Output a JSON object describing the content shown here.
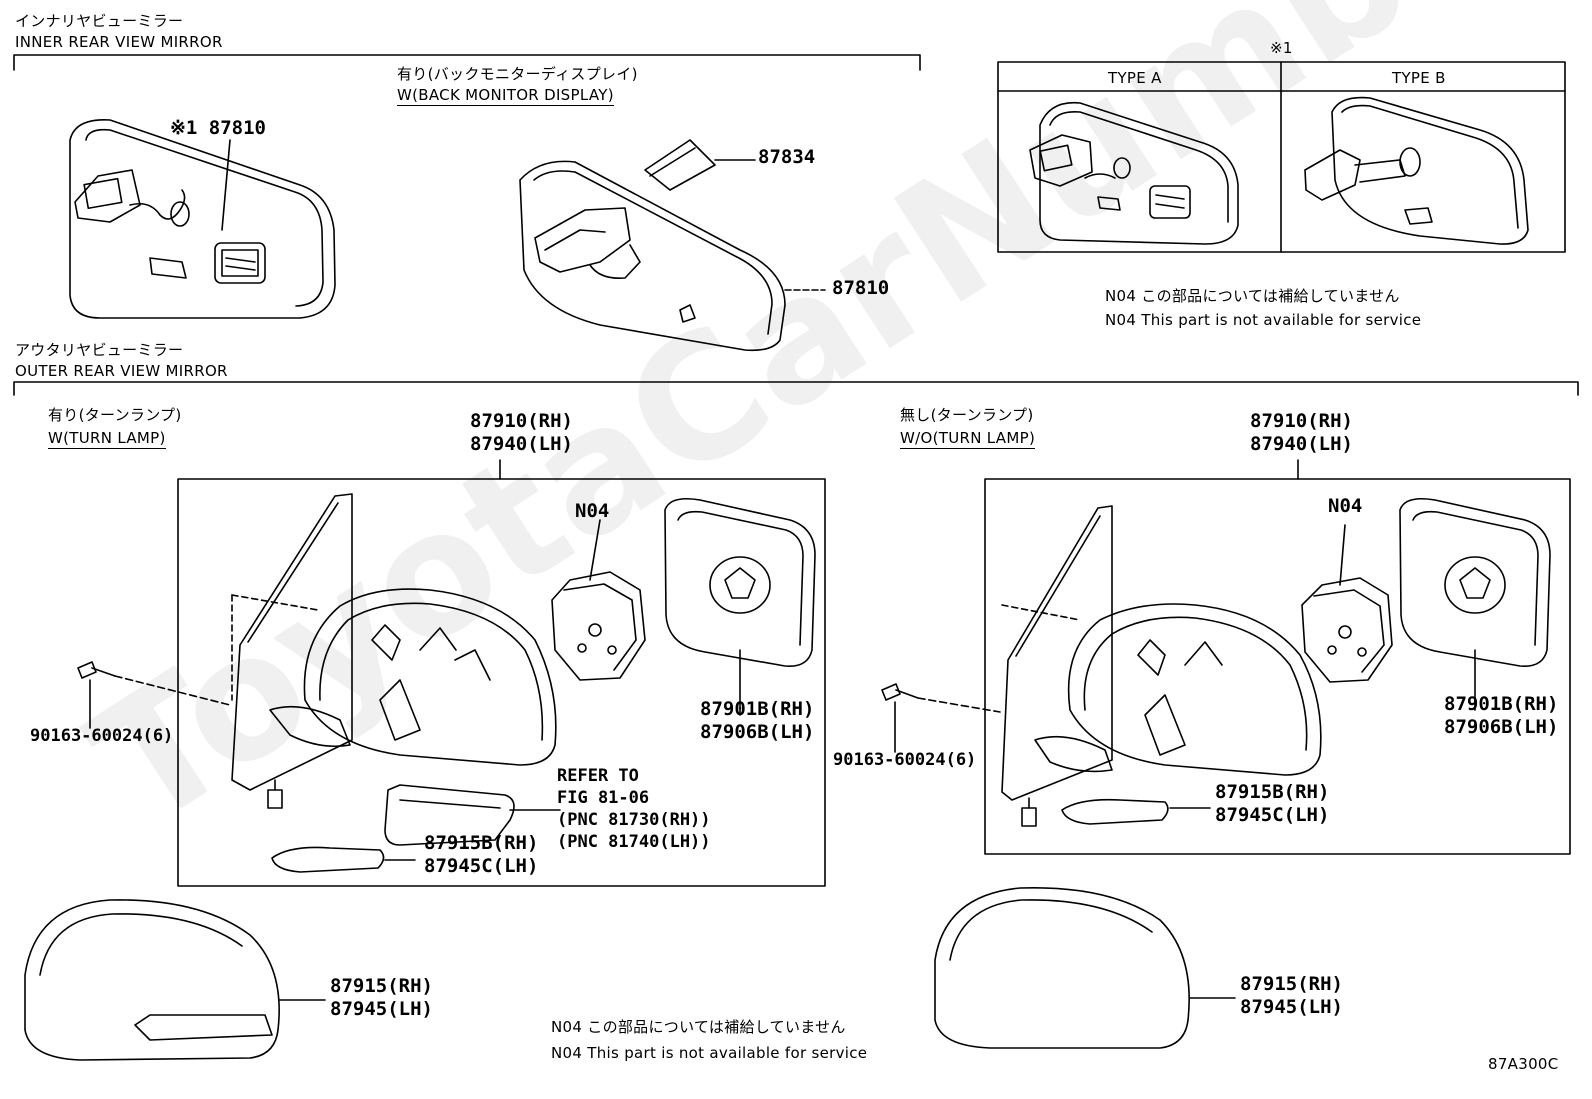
{
  "sections": {
    "inner_jp": "インナリヤビューミラー",
    "inner_en": "INNER REAR VIEW MIRROR",
    "outer_jp": "アウタリヤビューミラー",
    "outer_en": "OUTER REAR VIEW MIRROR"
  },
  "inner": {
    "bmd_jp": "有り(バックモニターディスプレイ)",
    "bmd_en": "W(BACK MONITOR DISPLAY)",
    "part_87810_a": "※1 87810",
    "part_87834": "87834",
    "part_87810_b": "87810"
  },
  "types": {
    "mark": "※1",
    "type_a": "TYPE A",
    "type_b": "TYPE B"
  },
  "notes": {
    "n04_jp": "N04 この部品については補給していません",
    "n04_en": "N04 This part is not available for service"
  },
  "outer_left": {
    "cond_jp": "有り(ターンランプ)",
    "cond_en": "W(TURN LAMP)",
    "assy_rh": "87910(RH)",
    "assy_lh": "87940(LH)",
    "n04": "N04",
    "glass_rh": "87901B(RH)",
    "glass_lh": "87906B(LH)",
    "bolt": "90163-60024(6)",
    "refer1": "REFER TO",
    "refer2": "FIG 81-06",
    "refer3": "(PNC 81730(RH))",
    "refer4": "(PNC 81740(LH))",
    "cover_rh": "87915B(RH)",
    "cover_lh": "87945C(LH)",
    "outer_cover_rh": "87915(RH)",
    "outer_cover_lh": "87945(LH)"
  },
  "outer_right": {
    "cond_jp": "無し(ターンランプ)",
    "cond_en": "W/O(TURN LAMP)",
    "assy_rh": "87910(RH)",
    "assy_lh": "87940(LH)",
    "n04": "N04",
    "glass_rh": "87901B(RH)",
    "glass_lh": "87906B(LH)",
    "bolt": "90163-60024(6)",
    "cover_rh": "87915B(RH)",
    "cover_lh": "87945C(LH)",
    "outer_cover_rh": "87915(RH)",
    "outer_cover_lh": "87945(LH)"
  },
  "footer": {
    "n04_jp": "N04 この部品については補給していません",
    "n04_en": "N04 This part is not available for service",
    "fig_code": "87A300C"
  },
  "watermark": "ToyotaCarNumber.ru"
}
